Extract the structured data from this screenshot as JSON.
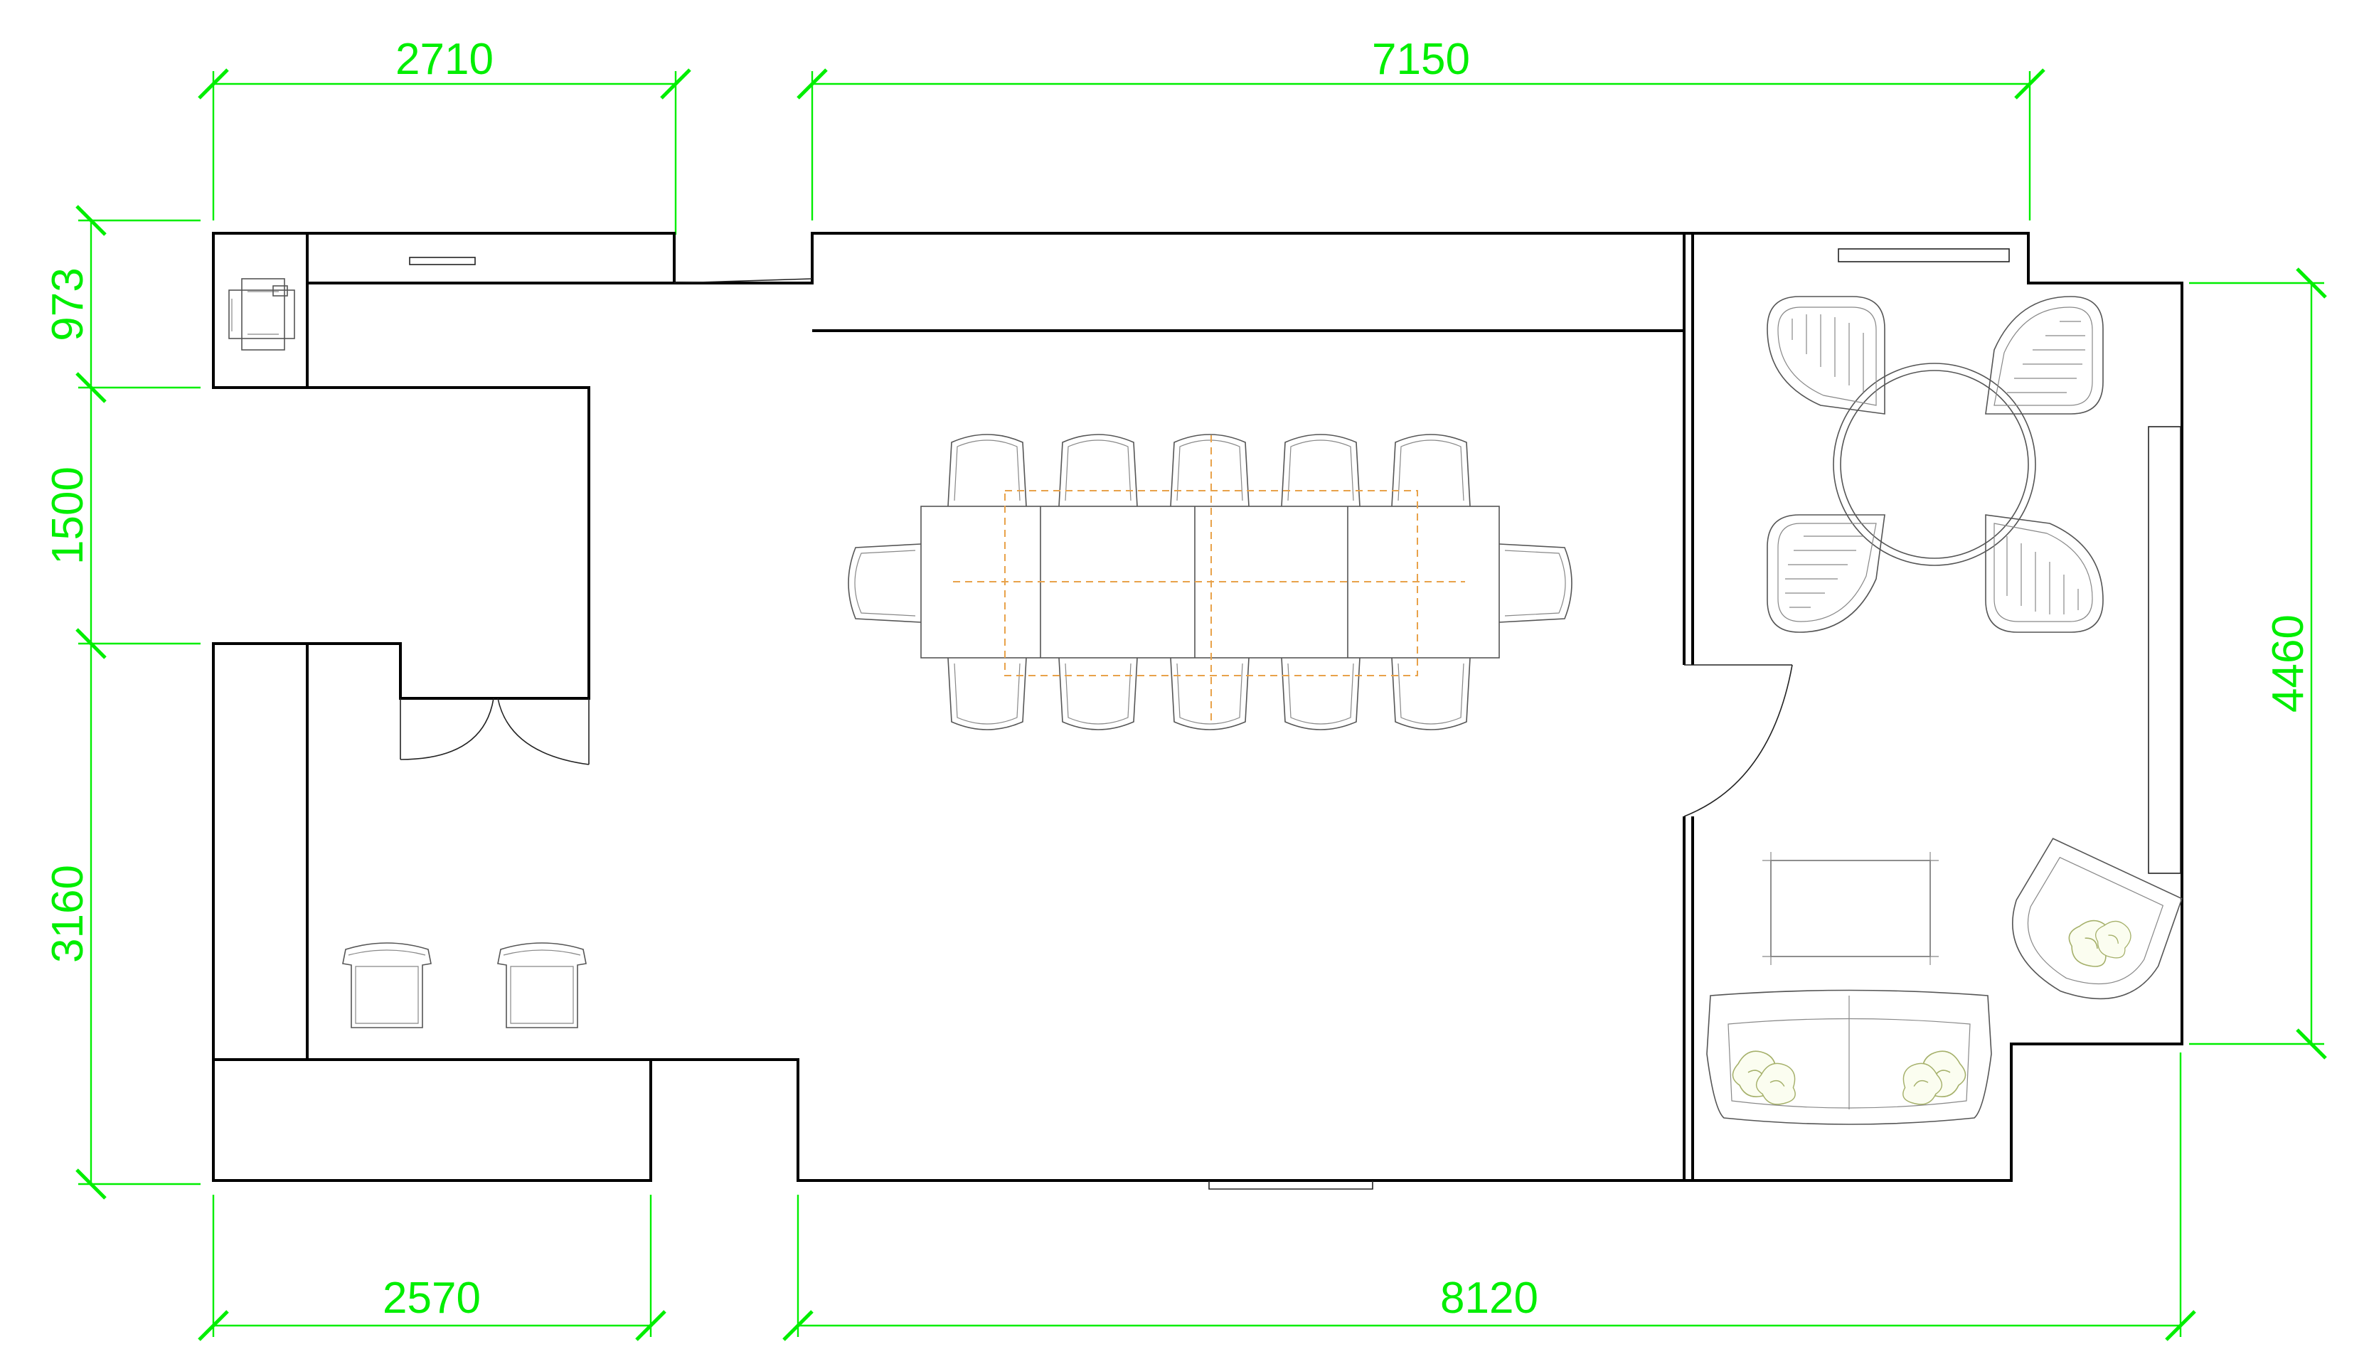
{
  "colors": {
    "background": "#ffffff",
    "walls": "#000000",
    "dimension_lines": "#00ee00",
    "guide_lines": "#e8a24a"
  },
  "dimensions": {
    "top_left": "2710",
    "top_right": "7150",
    "bottom_left": "2570",
    "bottom_right": "8120",
    "left_1": "973",
    "left_2": "1500",
    "left_3": "3160",
    "right": "4460"
  }
}
